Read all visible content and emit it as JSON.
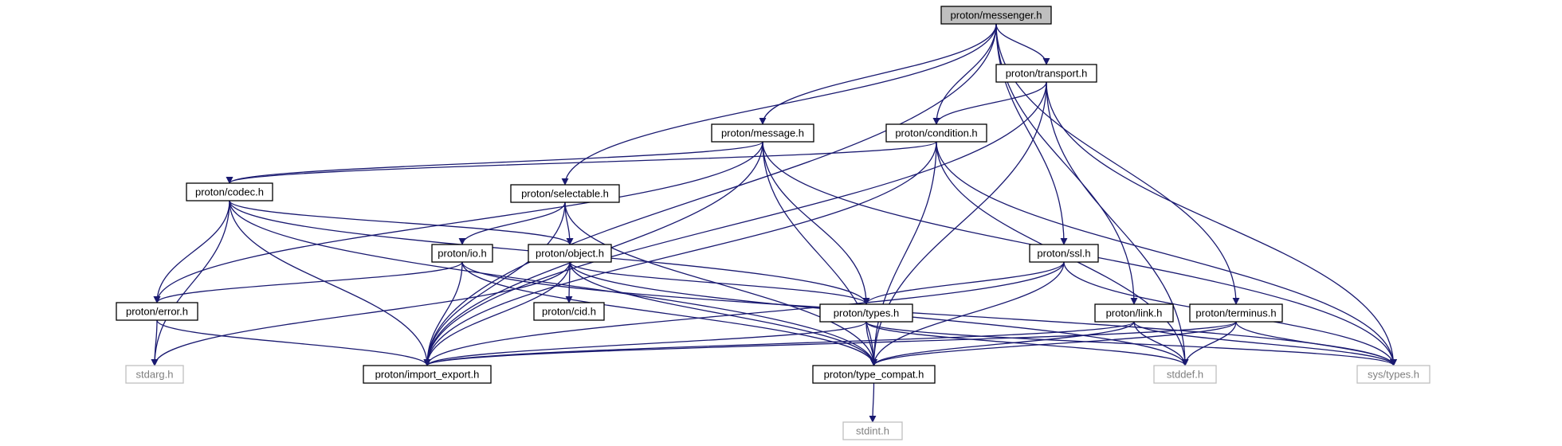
{
  "graph": {
    "colors": {
      "edge": "#191970",
      "root_fill": "#bfbfbf",
      "external_stroke": "#bfbfbf",
      "external_text": "#7f7f7f"
    },
    "nodes": [
      {
        "id": "messenger",
        "label": "proton/messenger.h",
        "kind": "root"
      },
      {
        "id": "transport",
        "label": "proton/transport.h",
        "kind": "file"
      },
      {
        "id": "message",
        "label": "proton/message.h",
        "kind": "file"
      },
      {
        "id": "condition",
        "label": "proton/condition.h",
        "kind": "file"
      },
      {
        "id": "codec",
        "label": "proton/codec.h",
        "kind": "file"
      },
      {
        "id": "selectable",
        "label": "proton/selectable.h",
        "kind": "file"
      },
      {
        "id": "io",
        "label": "proton/io.h",
        "kind": "file"
      },
      {
        "id": "object",
        "label": "proton/object.h",
        "kind": "file"
      },
      {
        "id": "ssl",
        "label": "proton/ssl.h",
        "kind": "file"
      },
      {
        "id": "error",
        "label": "proton/error.h",
        "kind": "file"
      },
      {
        "id": "cid",
        "label": "proton/cid.h",
        "kind": "file"
      },
      {
        "id": "types",
        "label": "proton/types.h",
        "kind": "file"
      },
      {
        "id": "link",
        "label": "proton/link.h",
        "kind": "file"
      },
      {
        "id": "terminus",
        "label": "proton/terminus.h",
        "kind": "file"
      },
      {
        "id": "stdarg",
        "label": "stdarg.h",
        "kind": "external"
      },
      {
        "id": "import_export",
        "label": "proton/import_export.h",
        "kind": "file"
      },
      {
        "id": "type_compat",
        "label": "proton/type_compat.h",
        "kind": "file"
      },
      {
        "id": "stddef",
        "label": "stddef.h",
        "kind": "external"
      },
      {
        "id": "systypes",
        "label": "sys/types.h",
        "kind": "external"
      },
      {
        "id": "stdint",
        "label": "stdint.h",
        "kind": "external"
      }
    ],
    "edges": [
      [
        "messenger",
        "transport"
      ],
      [
        "messenger",
        "message"
      ],
      [
        "messenger",
        "condition"
      ],
      [
        "messenger",
        "selectable"
      ],
      [
        "messenger",
        "ssl"
      ],
      [
        "messenger",
        "link"
      ],
      [
        "messenger",
        "terminus"
      ],
      [
        "messenger",
        "import_export"
      ],
      [
        "transport",
        "condition"
      ],
      [
        "transport",
        "import_export"
      ],
      [
        "transport",
        "type_compat"
      ],
      [
        "transport",
        "stddef"
      ],
      [
        "transport",
        "systypes"
      ],
      [
        "message",
        "codec"
      ],
      [
        "message",
        "error"
      ],
      [
        "message",
        "types"
      ],
      [
        "message",
        "type_compat"
      ],
      [
        "message",
        "import_export"
      ],
      [
        "message",
        "systypes"
      ],
      [
        "condition",
        "codec"
      ],
      [
        "condition",
        "import_export"
      ],
      [
        "condition",
        "type_compat"
      ],
      [
        "condition",
        "stddef"
      ],
      [
        "condition",
        "systypes"
      ],
      [
        "codec",
        "error"
      ],
      [
        "codec",
        "stdarg"
      ],
      [
        "codec",
        "import_export"
      ],
      [
        "codec",
        "object"
      ],
      [
        "codec",
        "types"
      ],
      [
        "codec",
        "type_compat"
      ],
      [
        "selectable",
        "io"
      ],
      [
        "selectable",
        "object"
      ],
      [
        "selectable",
        "import_export"
      ],
      [
        "selectable",
        "type_compat"
      ],
      [
        "io",
        "error"
      ],
      [
        "io",
        "import_export"
      ],
      [
        "io",
        "type_compat"
      ],
      [
        "io",
        "systypes"
      ],
      [
        "object",
        "cid"
      ],
      [
        "object",
        "types"
      ],
      [
        "object",
        "stdarg"
      ],
      [
        "object",
        "import_export"
      ],
      [
        "object",
        "type_compat"
      ],
      [
        "object",
        "stddef"
      ],
      [
        "ssl",
        "types"
      ],
      [
        "ssl",
        "import_export"
      ],
      [
        "ssl",
        "type_compat"
      ],
      [
        "ssl",
        "systypes"
      ],
      [
        "error",
        "stdarg"
      ],
      [
        "error",
        "import_export"
      ],
      [
        "types",
        "import_export"
      ],
      [
        "types",
        "type_compat"
      ],
      [
        "types",
        "stddef"
      ],
      [
        "types",
        "systypes"
      ],
      [
        "link",
        "import_export"
      ],
      [
        "link",
        "type_compat"
      ],
      [
        "link",
        "stddef"
      ],
      [
        "link",
        "systypes"
      ],
      [
        "terminus",
        "import_export"
      ],
      [
        "terminus",
        "type_compat"
      ],
      [
        "terminus",
        "stddef"
      ],
      [
        "terminus",
        "systypes"
      ],
      [
        "type_compat",
        "stdint"
      ]
    ]
  }
}
